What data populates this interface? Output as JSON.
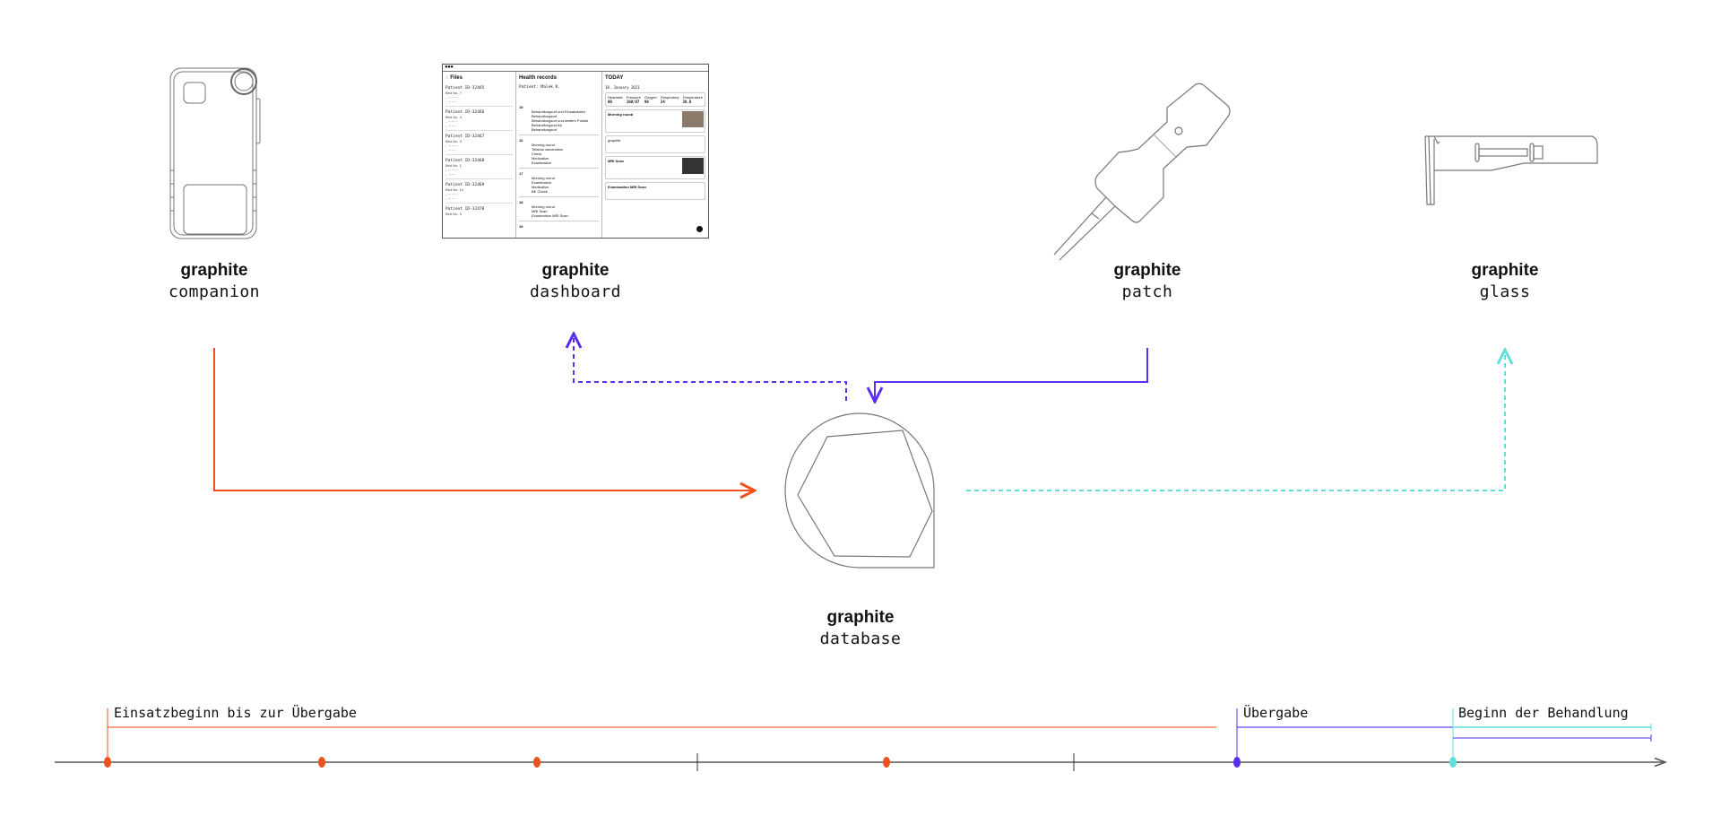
{
  "products": [
    {
      "brand": "graphite",
      "name": "companion"
    },
    {
      "brand": "graphite",
      "name": "dashboard"
    },
    {
      "brand": "graphite",
      "name": "patch"
    },
    {
      "brand": "graphite",
      "name": "glass"
    },
    {
      "brand": "graphite",
      "name": "database"
    }
  ],
  "dashboard": {
    "files_title": "Files",
    "patients": [
      {
        "id": "Patient ID-32465",
        "bed": "Bed No. 7"
      },
      {
        "id": "Patient ID-32466",
        "bed": "Bed No. 4"
      },
      {
        "id": "Patient ID-32467",
        "bed": "Bed No. 9"
      },
      {
        "id": "Patient ID-32468",
        "bed": "Bed No. 1"
      },
      {
        "id": "Patient ID-32469",
        "bed": "Bed No. 10"
      },
      {
        "id": "Patient ID-32470",
        "bed": "Bed No. 3"
      }
    ],
    "records_title": "Health records",
    "record_patient": "Patient: Malek K.",
    "record_days": [
      {
        "day": "15",
        "items": [
          "Behandlungsort und Einsatzdaten",
          "Behandlungsort",
          "Behandlungsort und weitere Punkte",
          "Behandlungsort Alt",
          "Behandlungsort"
        ]
      },
      {
        "day": "16",
        "items": [
          "Morning round",
          "Tetanus vaccination",
          "Check",
          "Medication",
          "Examination"
        ]
      },
      {
        "day": "17",
        "items": [
          "Morning round",
          "Examination",
          "Medication",
          "BE Check"
        ]
      },
      {
        "day": "18",
        "items": [
          "Morning round",
          "MRI Scan",
          "Examination MRI Scan"
        ]
      },
      {
        "day": "19",
        "items": []
      }
    ],
    "today_title": "TODAY",
    "today_date": "18. January 2021",
    "vitals": [
      {
        "label": "Heartrate",
        "value": "90"
      },
      {
        "label": "Pressure",
        "value": "100/87"
      },
      {
        "label": "Oxygen",
        "value": "98"
      },
      {
        "label": "Respiratory",
        "value": "24"
      },
      {
        "label": "Temperature",
        "value": "38.0"
      }
    ],
    "cards": [
      "Morning round",
      "graphite",
      "MRI Scan",
      "Examination MRI Scan"
    ]
  },
  "timeline": {
    "phases": [
      {
        "label": "Einsatzbeginn bis zur Übergabe",
        "color": "#f0501e"
      },
      {
        "label": "Übergabe",
        "color": "#5a2ff0"
      },
      {
        "label": "Beginn der Behandlung",
        "color": "#5fe0d8"
      }
    ]
  },
  "colors": {
    "orange": "#f0501e",
    "purple": "#5a2ff0",
    "teal": "#5fe0d8",
    "line": "#555555"
  }
}
